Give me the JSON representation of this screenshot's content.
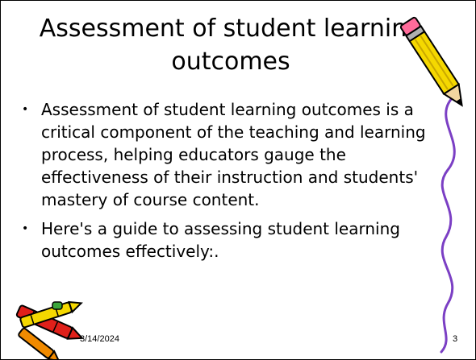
{
  "slide": {
    "title": "Assessment of student learning outcomes",
    "bullets": [
      "Assessment of student learning outcomes is a critical component of the teaching and learning process, helping educators gauge the effectiveness of their instruction and students' mastery of course content.",
      "Here's a guide to assessing student learning outcomes effectively:."
    ],
    "footer_date": "3/14/2024",
    "page_number": "3"
  },
  "decor": {
    "top_right": "pencil-clipart-icon",
    "right_side": "purple-curved-line",
    "bottom_left": "crayons-clipart-icon",
    "pencil_color": "#f5d800",
    "crayon_red": "#e0201a",
    "line_color": "#7b3fc4"
  }
}
